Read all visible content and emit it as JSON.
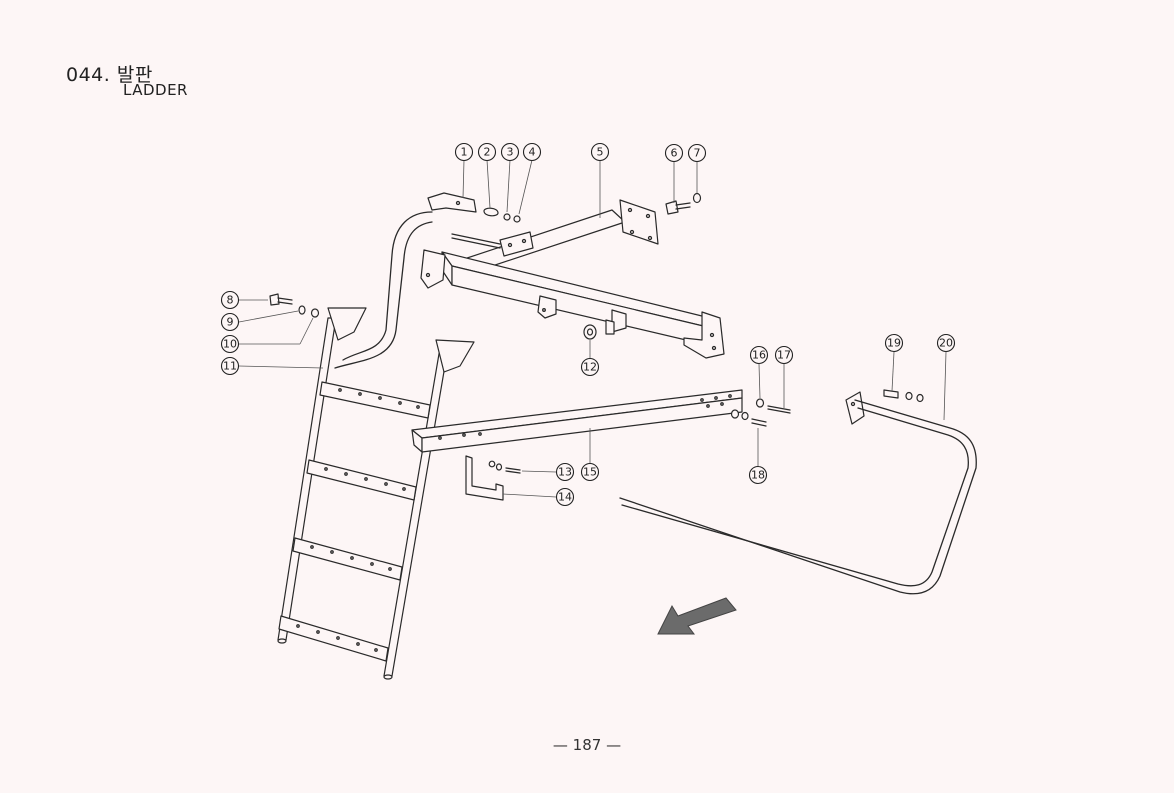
{
  "header": {
    "code_title": "044. 발판",
    "english_title": "LADDER"
  },
  "part_labels": [
    "1",
    "2",
    "3",
    "4",
    "5",
    "6",
    "7",
    "8",
    "9",
    "10",
    "11",
    "12",
    "13",
    "14",
    "15",
    "16",
    "17",
    "18",
    "19",
    "20"
  ],
  "footer": {
    "page_number": "— 187 —"
  },
  "colors": {
    "paper": "#fdf6f6",
    "ink": "#2a2a2a",
    "arrow": "#6b6b6b"
  },
  "icons": [
    "direction-arrow-icon"
  ]
}
